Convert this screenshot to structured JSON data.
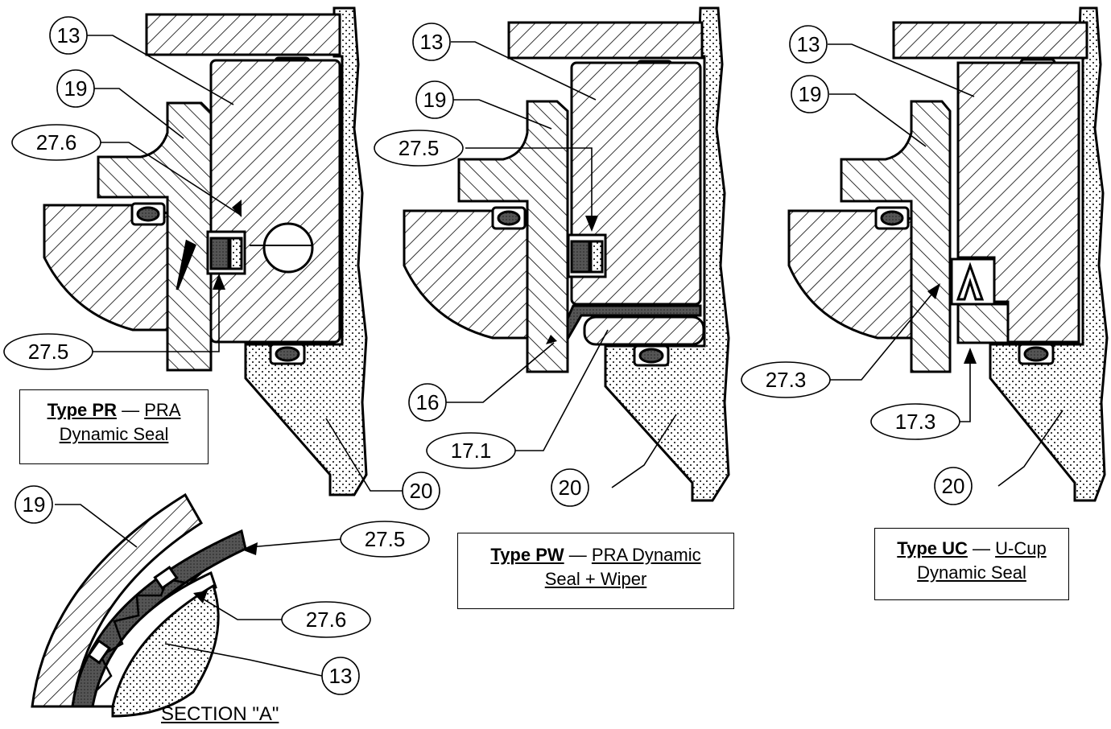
{
  "diagrams": [
    {
      "id": "pr",
      "caption_type": "Type PR",
      "caption_sep": " — ",
      "caption_line1": "PRA",
      "caption_line2": "Dynamic Seal",
      "callouts": [
        "13",
        "19",
        "27.6",
        "27.5",
        "20"
      ]
    },
    {
      "id": "pw",
      "caption_type": "Type PW",
      "caption_sep": " — ",
      "caption_line1": "PRA Dynamic",
      "caption_line2": "Seal + Wiper",
      "callouts": [
        "13",
        "19",
        "27.5",
        "16",
        "17.1",
        "20"
      ]
    },
    {
      "id": "uc",
      "caption_type": "Type UC",
      "caption_sep": " — ",
      "caption_line1": "U-Cup",
      "caption_line2": "Dynamic Seal",
      "callouts": [
        "13",
        "19",
        "27.3",
        "17.3",
        "20"
      ]
    }
  ],
  "section": {
    "title": "SECTION \"A\"",
    "callouts": [
      "19",
      "27.5",
      "27.6",
      "13"
    ]
  },
  "colors": {
    "line": "#000000",
    "paper": "#ffffff",
    "dark_fill": "#555555"
  }
}
